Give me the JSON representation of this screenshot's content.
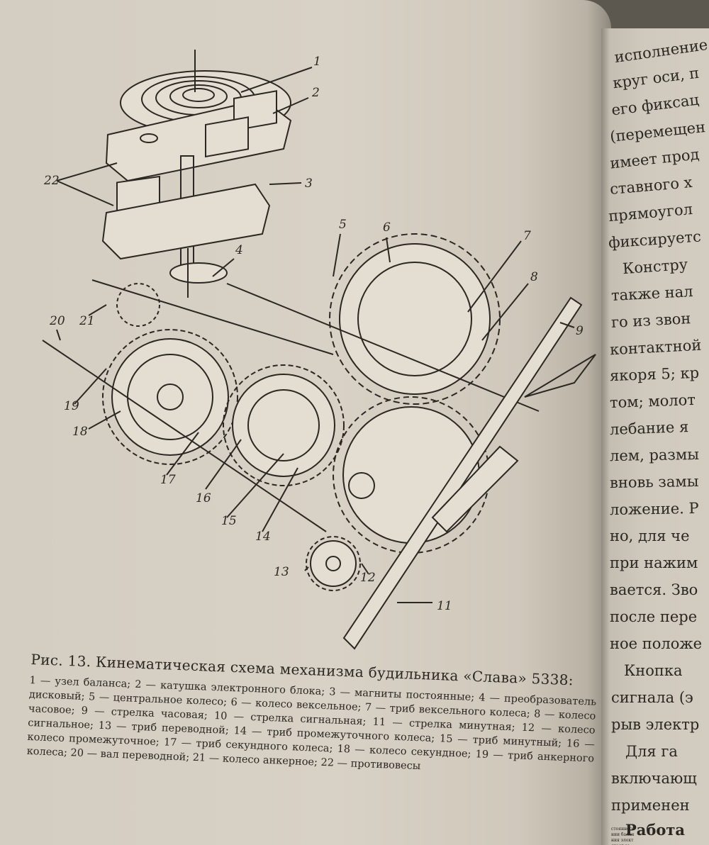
{
  "figure": {
    "part_labels": [
      "1",
      "2",
      "3",
      "4",
      "5",
      "6",
      "7",
      "8",
      "9",
      "11",
      "12",
      "13",
      "14",
      "15",
      "16",
      "17",
      "18",
      "19",
      "20",
      "21",
      "22"
    ]
  },
  "caption": {
    "title": "Рис. 13. Кинематическая схема механизма будильника «Слава» 5338:",
    "body": "1 — узел баланса; 2 — катушка электронного блока; 3 — магниты постоянные; 4 — преобразователь дисковый; 5 — центральное колесо; 6 — колесо вексельное; 7 — триб вексельного колеса; 8 — колесо часовое; 9 — стрелка часовая; 10 — стрелка сигнальная; 11 — стрелка минутная; 12 — колесо сигнальное; 13 — триб переводной; 14 — триб промежуточного колеса; 15 — триб минутный; 16 — колесо промежуточное; 17 — триб секундного колеса; 18 — колесо секундное; 19 — триб анкерного колеса; 20 — вал переводной; 21 — колесо анкерное; 22 — противовесы"
  },
  "right_page": {
    "lines": [
      "исполнение",
      "круг оси, п",
      "его фиксац",
      "(перемещен",
      "имеет прод",
      "ставного х",
      "прямоугол",
      "фиксируетс",
      "Констру",
      "также нал",
      "го из звон",
      "контактной",
      "якоря 5; кр",
      "том; молот",
      "лебание я",
      "лем, размы",
      "вновь замы",
      "ложение. Р",
      "но, для че",
      "при нажим",
      "вается. Зво",
      "после пере",
      "ное положе",
      "Кнопка",
      "сигнала (э",
      "рыв электр",
      "Для га",
      "включающ",
      "применен",
      "Работа",
      "стоянного",
      "нии балан",
      "ния элект",
      "скает за"
    ]
  }
}
